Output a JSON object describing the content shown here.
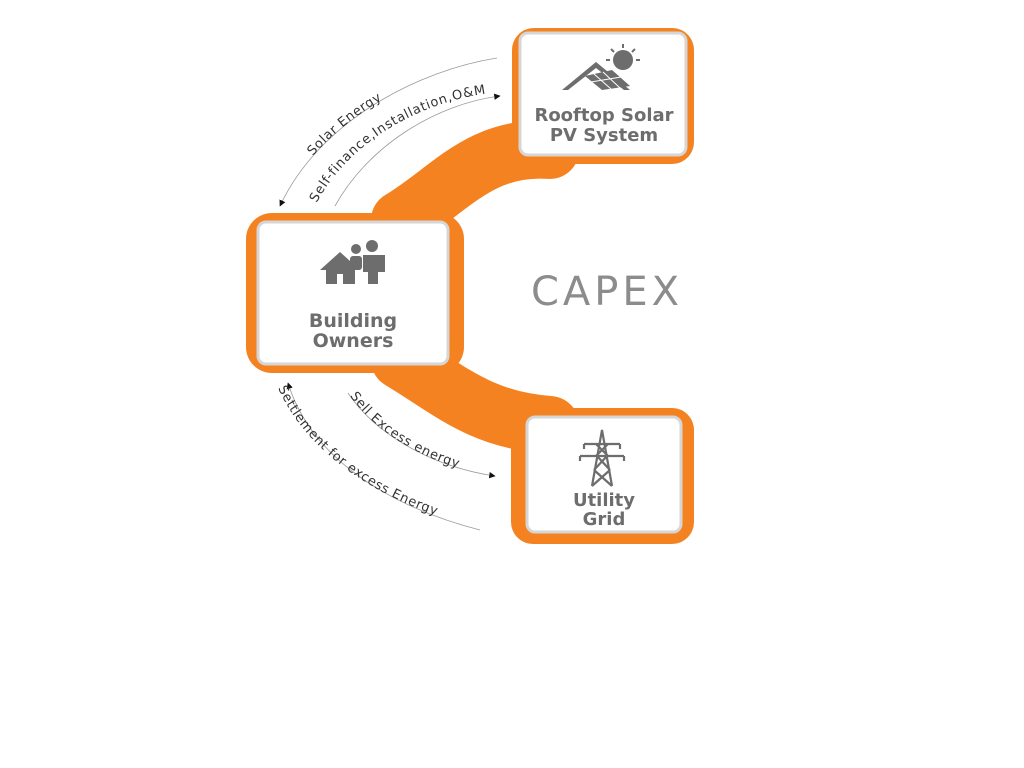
{
  "colors": {
    "accent": "#f58220",
    "box_fill": "#ffffff",
    "box_border": "#d6d6d6",
    "icon": "#6d6d6d",
    "capex_text": "#8c8c8c",
    "arc_text": "#333333"
  },
  "diagram": {
    "center_label": "CAPEX",
    "nodes": {
      "rooftop": {
        "line1": "Rooftop Solar",
        "line2": "PV System",
        "icon": "rooftop-solar-icon"
      },
      "owners": {
        "line1": "Building",
        "line2": "Owners",
        "icon": "building-owners-icon"
      },
      "grid": {
        "line1": "Utility",
        "line2": "Grid",
        "icon": "transmission-tower-icon"
      }
    },
    "flows": {
      "solar_energy": "Solar Energy",
      "self_finance": "Self-finance,Installation,O&M",
      "sell_excess": "Sell Excess energy",
      "settlement": "Settlement for excess Energy"
    }
  }
}
